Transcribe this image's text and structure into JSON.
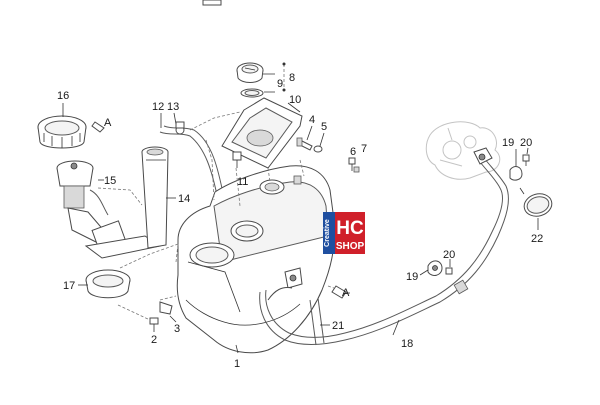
{
  "callouts": {
    "c1": "1",
    "c2": "2",
    "c3": "3",
    "c4": "4",
    "c5": "5",
    "c6": "6",
    "c7": "7",
    "c8": "8",
    "c9": "9",
    "c10": "10",
    "c11": "11",
    "c12": "12",
    "c13": "13",
    "c14": "14",
    "c15": "15",
    "c16": "16",
    "c17": "17",
    "c18": "18",
    "c19a": "19",
    "c19b": "19",
    "c20a": "20",
    "c20b": "20",
    "c21": "21",
    "c22": "22",
    "refA1": "A",
    "refA2": "A"
  },
  "watermark": {
    "line1": "HC",
    "line2": "SHOP",
    "side": "Creative"
  },
  "colors": {
    "watermark_blue": "#1f4fa0",
    "watermark_red": "#d0202a",
    "line": "#4a4a4a"
  }
}
